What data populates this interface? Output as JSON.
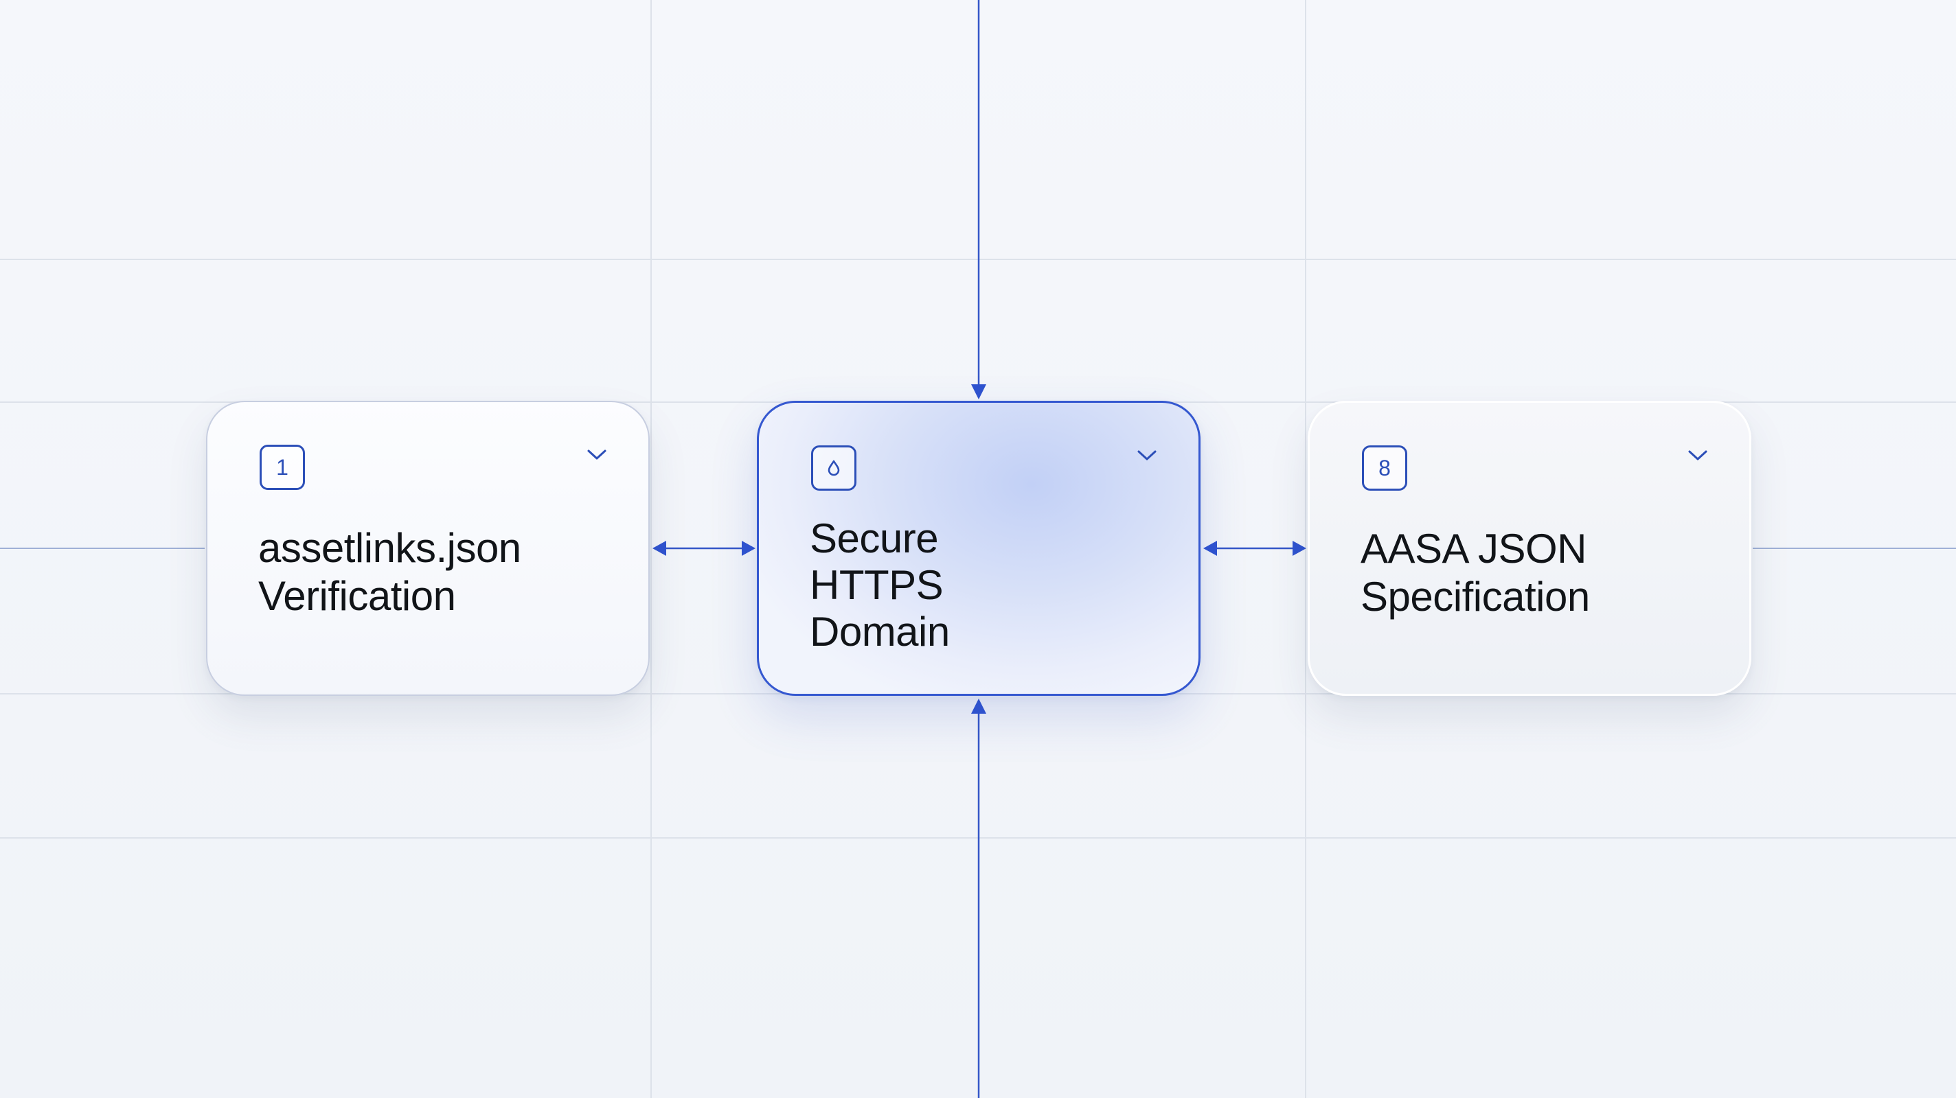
{
  "diagram": {
    "nodes": [
      {
        "id": "assetlinks",
        "badge": "1",
        "title_line1": "assetlinks.json",
        "title_line2": "Verification",
        "badge_icon": "number-badge-icon",
        "toggle_icon": "chevron-down-icon"
      },
      {
        "id": "domain",
        "badge": "",
        "title_line1": "Secure",
        "title_line2": "HTTPS",
        "title_line3": "Domain",
        "badge_icon": "drop-icon",
        "toggle_icon": "chevron-down-icon",
        "highlighted": true
      },
      {
        "id": "aasa",
        "badge": "8",
        "title_line1": "AASA JSON",
        "title_line2": "Specification",
        "badge_icon": "number-badge-icon",
        "toggle_icon": "chevron-down-icon"
      }
    ],
    "edges": [
      {
        "from": "assetlinks",
        "to": "domain",
        "direction": "bidirectional"
      },
      {
        "from": "domain",
        "to": "aasa",
        "direction": "bidirectional"
      },
      {
        "from": "top",
        "to": "domain",
        "direction": "into-node"
      },
      {
        "from": "bottom",
        "to": "domain",
        "direction": "into-node"
      }
    ],
    "colors": {
      "accent": "#2c4fb8",
      "connector": "#3557c8",
      "text": "#111418",
      "background": "#f3f5f9",
      "grid": "#dde2ea",
      "highlight_fill": "#c8d4f6"
    }
  }
}
